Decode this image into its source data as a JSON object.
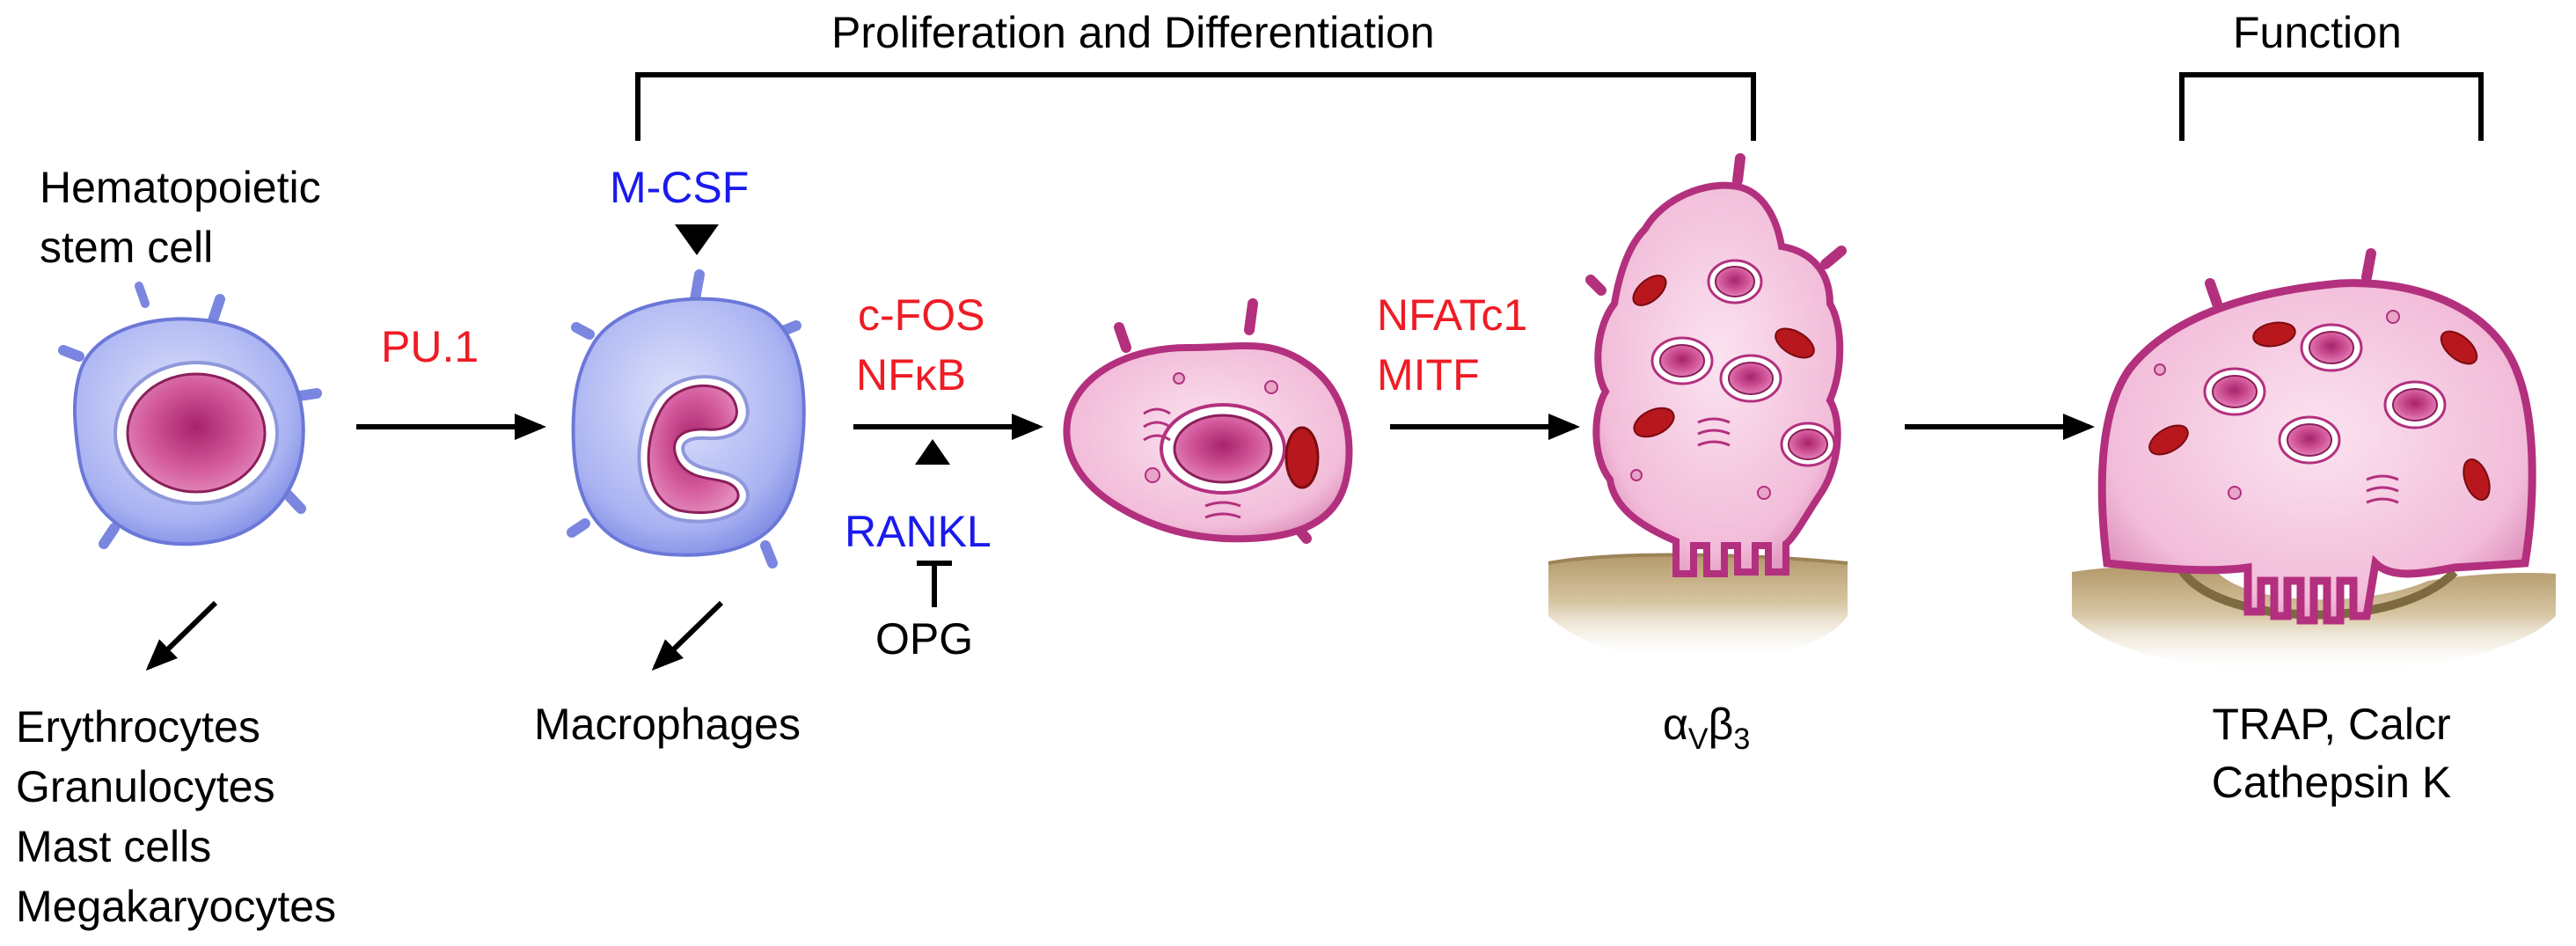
{
  "headers": {
    "proliferation": "Proliferation and Differentiation",
    "function": "Function"
  },
  "stages": {
    "hsc": {
      "title_line1": "Hematopoietic",
      "title_line2": "stem cell",
      "outputs": [
        "Erythrocytes",
        "Granulocytes",
        "Mast cells",
        "Megakaryocytes"
      ]
    },
    "precursor": {
      "inducer": "M-CSF",
      "outputs": [
        "Macrophages"
      ]
    },
    "mature_osteoclast": {
      "marker_alpha": "α",
      "marker_alpha_sub": "V",
      "marker_beta": "β",
      "marker_beta_sub": "3"
    },
    "active_osteoclast": {
      "markers_line1": "TRAP, Calcr",
      "markers_line2": "Cathepsin K"
    }
  },
  "transcription_factors": {
    "pu1": "PU.1",
    "cfos": "c-FOS",
    "nfkb": "NFκB",
    "nfatc1": "NFATc1",
    "mitf": "MITF"
  },
  "regulators": {
    "rankl": "RANKL",
    "opg": "OPG"
  },
  "colors": {
    "transcription_factor": "#ee1c25",
    "cytokine": "#1a1aee",
    "progenitor_cell": "#a9b2f2",
    "osteoclast_cell": "#f2c3de",
    "osteoclast_membrane": "#b3307e",
    "nucleus": "#c2307e",
    "mitochondria": "#b8171e",
    "bone": "#c9b48d"
  }
}
